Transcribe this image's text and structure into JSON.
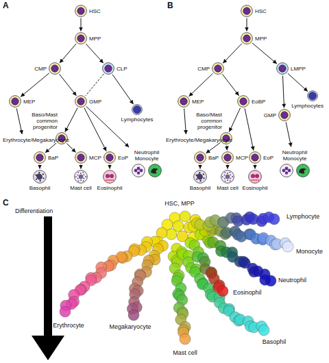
{
  "diagram": {
    "nodes": [
      {
        "text": [
          "HSC"
        ]
      },
      {
        "text": [
          "MPP"
        ]
      },
      {
        "text": [
          "CMP"
        ]
      },
      {
        "text": [
          "CLP"
        ]
      },
      {
        "text": [
          "MEP"
        ]
      },
      {
        "text": [
          "GMP"
        ]
      },
      {
        "text": [
          "Baso/Mast common progenitor"
        ]
      },
      {
        "text": [
          "Neutrophil Monocyte"
        ]
      },
      {
        "text": [
          "Lymphocytes"
        ]
      },
      {
        "text": [
          "Erythrocyte/Megakaryocyte"
        ]
      },
      {
        "text": [
          "BaP"
        ]
      },
      {
        "text": [
          "MCP"
        ]
      },
      {
        "text": [
          "EoP"
        ]
      },
      {
        "text": [
          "Basophil"
        ]
      },
      {
        "text": [
          "Mast cell"
        ]
      },
      {
        "text": [
          "Eosinophil"
        ]
      },
      {
        "text": [
          "HSC"
        ]
      },
      {
        "text": [
          "MPP"
        ]
      },
      {
        "text": [
          "CMP"
        ]
      },
      {
        "text": [
          "LMPP"
        ]
      },
      {
        "text": [
          "MEP"
        ]
      },
      {
        "text": [
          "EoBP"
        ]
      },
      {
        "text": [
          "GMP"
        ]
      },
      {
        "text": [
          "Lymphocytes"
        ]
      },
      {
        "text": [
          "Baso/Mast common progenitor"
        ]
      },
      {
        "text": [
          "Neutrophil Monocyte"
        ]
      },
      {
        "text": [
          "Erythrocyte/Megakaryocyte"
        ]
      },
      {
        "text": [
          "BaP"
        ]
      },
      {
        "text": [
          "MCP"
        ]
      },
      {
        "text": [
          "EoP"
        ]
      },
      {
        "text": [
          "Basophil"
        ]
      },
      {
        "text": [
          "Mast cell"
        ]
      },
      {
        "text": [
          "Eosinophil"
        ]
      }
    ],
    "edges": [
      {
        "from": 0,
        "to": 1,
        "arrow": "to"
      },
      {
        "from": 1,
        "to": 2,
        "arrow": "to"
      },
      {
        "from": 1,
        "to": 3,
        "arrow": "to"
      },
      {
        "from": 2,
        "to": 4,
        "arrow": "to"
      },
      {
        "from": 2,
        "to": 5,
        "arrow": "to"
      },
      {
        "from": 3,
        "to": 5,
        "arrow": "none"
      },
      {
        "from": 3,
        "to": 8,
        "arrow": "to"
      },
      {
        "from": 4,
        "to": 9,
        "arrow": "to"
      },
      {
        "from": 5,
        "to": 6,
        "arrow": "to"
      },
      {
        "from": 5,
        "to": 12,
        "arrow": "to"
      },
      {
        "from": 5,
        "to": 7,
        "arrow": "to"
      },
      {
        "from": 6,
        "to": 10,
        "arrow": "to"
      },
      {
        "from": 6,
        "to": 11,
        "arrow": "to"
      },
      {
        "from": 10,
        "to": 13,
        "arrow": "to"
      },
      {
        "from": 11,
        "to": 14,
        "arrow": "to"
      },
      {
        "from": 12,
        "to": 15,
        "arrow": "to"
      },
      {
        "from": 16,
        "to": 17,
        "arrow": "to"
      },
      {
        "from": 17,
        "to": 18,
        "arrow": "to"
      },
      {
        "from": 17,
        "to": 19,
        "arrow": "to"
      },
      {
        "from": 18,
        "to": 20,
        "arrow": "to"
      },
      {
        "from": 18,
        "to": 21,
        "arrow": "to"
      },
      {
        "from": 19,
        "to": 22,
        "arrow": "to"
      },
      {
        "from": 19,
        "to": 23,
        "arrow": "to"
      },
      {
        "from": 20,
        "to": 26,
        "arrow": "to"
      },
      {
        "from": 21,
        "to": 24,
        "arrow": "to"
      },
      {
        "from": 21,
        "to": 29,
        "arrow": "to"
      },
      {
        "from": 24,
        "to": 27,
        "arrow": "to"
      },
      {
        "from": 24,
        "to": 28,
        "arrow": "to"
      },
      {
        "from": 22,
        "to": 25,
        "arrow": "to"
      },
      {
        "from": 27,
        "to": 30,
        "arrow": "to"
      },
      {
        "from": 28,
        "to": 31,
        "arrow": "to"
      },
      {
        "from": 29,
        "to": 32,
        "arrow": "to"
      }
    ],
    "labels": [
      "A",
      "B",
      "C",
      "Differentiation",
      "HSC, MPP",
      "Lymphocyte",
      "Monocyte",
      "Neutrophil",
      "Eosinophil",
      "Erythrocyte",
      "Megakaryocyte",
      "Mast cell",
      "Basophil"
    ]
  }
}
